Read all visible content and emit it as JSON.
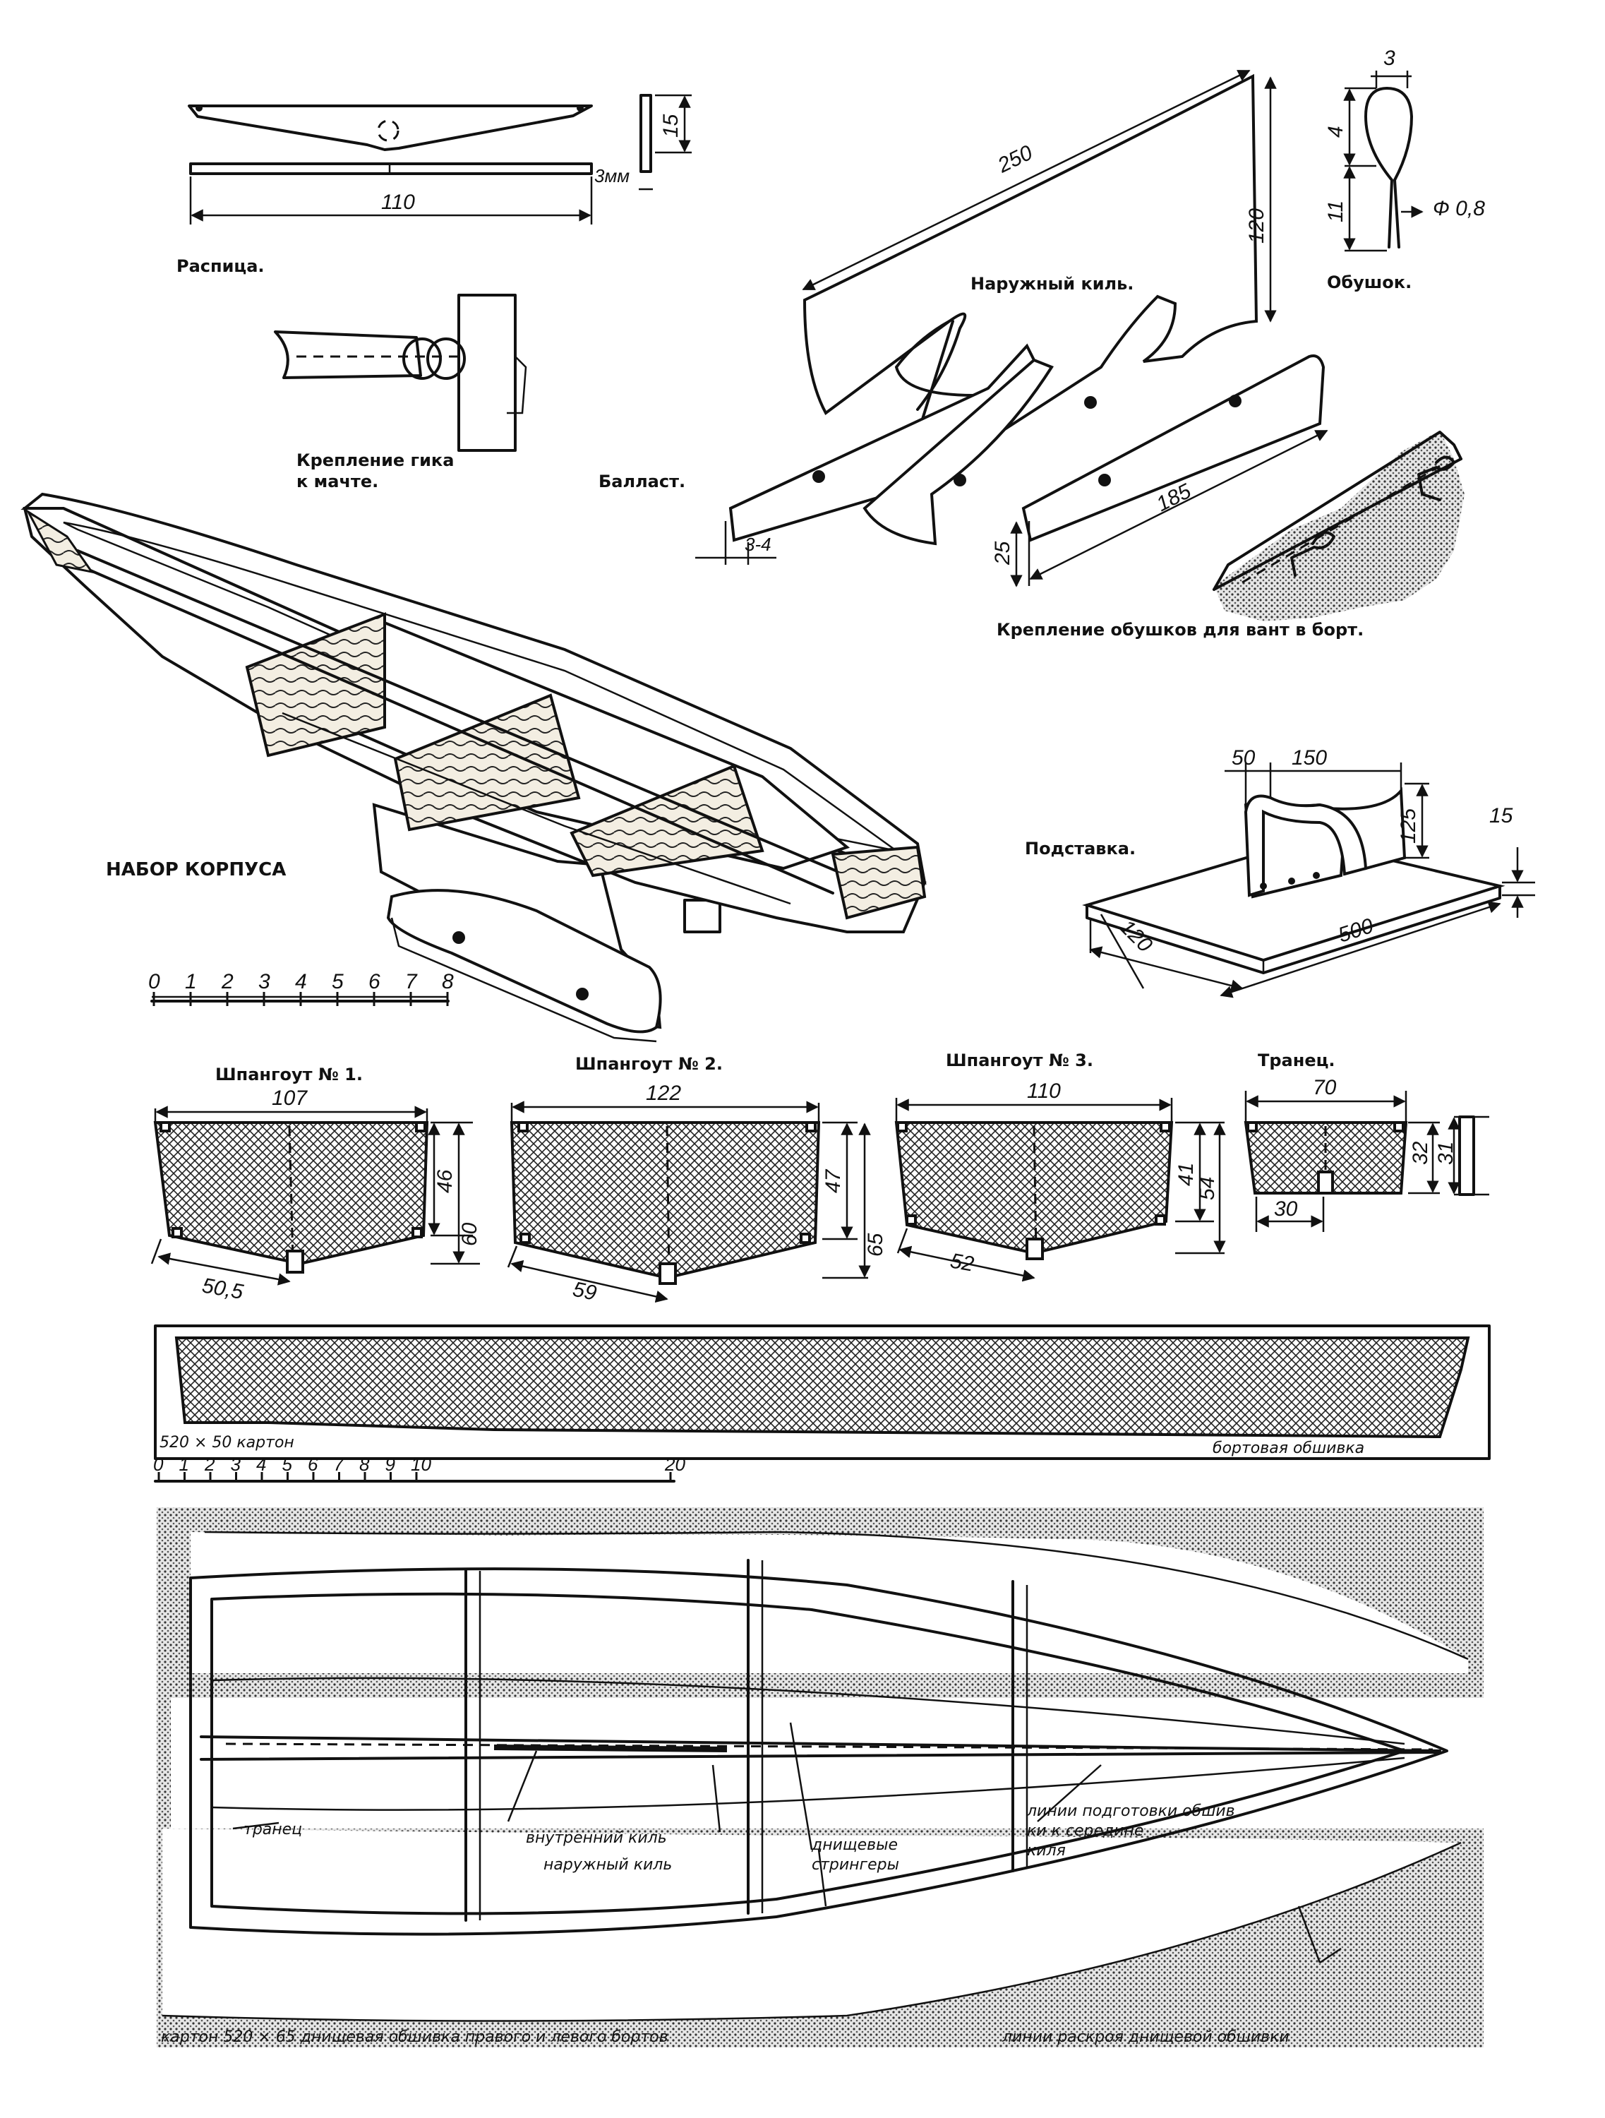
{
  "labels": {
    "raspitsa": "Распица.",
    "mast_attach_1": "Крепление гика",
    "mast_attach_2": "к мачте.",
    "ballast": "Балласт.",
    "outer_keel": "Наружный киль.",
    "obushok": "Обушок.",
    "obushok_attach": "Крепление обушков для вант в борт.",
    "hull_frame": "НАБОР КОРПУСА",
    "stand": "Подставка.",
    "frame1": "Шпангоут № 1.",
    "frame2": "Шпангоут № 2.",
    "frame3": "Шпангоут № 3.",
    "transom": "Транец.",
    "side_material": "520 × 50 картон",
    "side_plating": "бортовая обшивка",
    "transom_lbl": "транец",
    "inner_keel": "внутренний киль",
    "outer_keel_lbl": "наружный киль",
    "stringers_1": "днищевые",
    "stringers_2": "стрингеры",
    "prep_1": "линии подготовки обшив",
    "prep_2": "ки к середине",
    "prep_3": "киля",
    "bottom_material": "картон 520 × 65 днищевая обшивка правого и левого бортов",
    "cut_lines": "линии раскроя днищевой обшивки"
  },
  "dims": {
    "spreader_len": "110",
    "spreader_h": "15",
    "spreader_t": "3мм",
    "keel_len": "250",
    "keel_h": "120",
    "keel_t": "3-4",
    "ballast_len": "185",
    "ballast_h": "25",
    "ob_w": "3",
    "ob_top": "4",
    "ob_bot": "11",
    "ob_wire": "Ф 0,8",
    "stand_a": "50",
    "stand_b": "150",
    "stand_c": "125",
    "stand_d": "15",
    "stand_w": "120",
    "stand_l": "500",
    "f1_w": "107",
    "f1_a": "46",
    "f1_b": "60",
    "f1_c": "50,5",
    "f2_w": "122",
    "f2_a": "47",
    "f2_b": "65",
    "f2_c": "59",
    "f3_w": "110",
    "f3_a": "41",
    "f3_b": "54",
    "f3_c": "52",
    "tr_w": "70",
    "tr_a": "32",
    "tr_b": "31",
    "tr_c": "30"
  },
  "scale1": [
    "0",
    "1",
    "2",
    "3",
    "4",
    "5",
    "6",
    "7",
    "8"
  ],
  "scale2": [
    "0",
    "1",
    "2",
    "3",
    "4",
    "5",
    "6",
    "7",
    "8",
    "9",
    "10",
    "20"
  ]
}
